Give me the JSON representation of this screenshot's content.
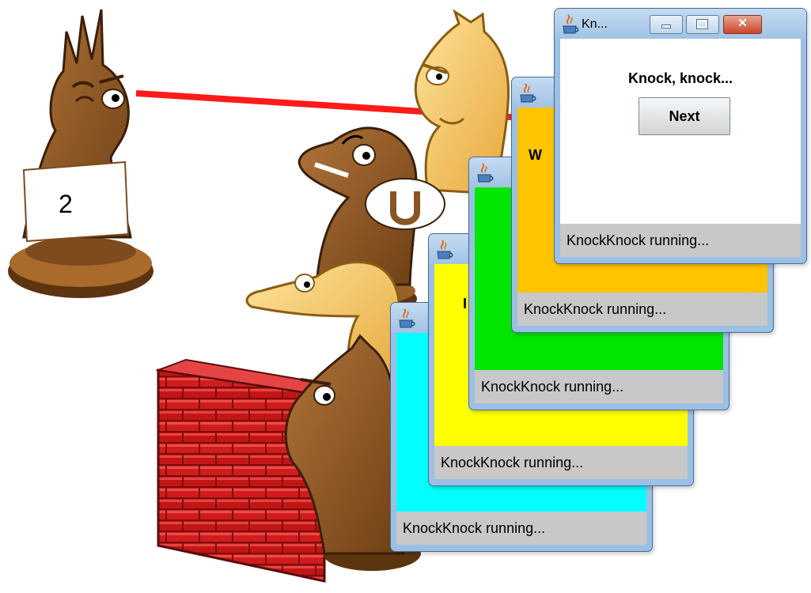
{
  "sign": {
    "number": "2"
  },
  "windows": [
    {
      "title": "Kn...",
      "message": "Knock, knock...",
      "button_label": "Next",
      "status": "KnockKnock running...",
      "background": "#ffffff"
    },
    {
      "message_fragment": "W",
      "status": "KnockKnock running...",
      "background": "#ffc400"
    },
    {
      "status": "KnockKnock running...",
      "background": "#00e600"
    },
    {
      "message_fragment": "I",
      "status": "KnockKnock running...",
      "background": "#ffff00"
    },
    {
      "status": "KnockKnock running...",
      "background": "#00ffff"
    }
  ],
  "colors": {
    "arrow": "#ff1a1a",
    "brick": "#c91515",
    "dark_horse": "#8a5524",
    "light_horse": "#f7c660"
  }
}
